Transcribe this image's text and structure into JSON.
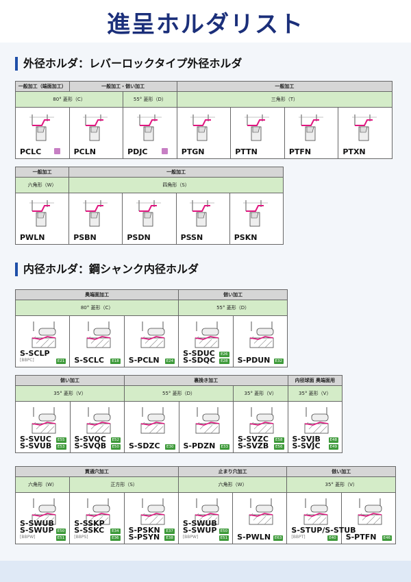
{
  "title": "進呈ホルダリスト",
  "section_outer": "外径ホルダ：レバーロックタイプ外径ホルダ",
  "section_inner": "内径ホルダ：鋼シャンク内径ホルダ",
  "colors": {
    "title": "#1b2f7a",
    "header": "#d6d6d6",
    "shape": "#d4ecc8",
    "accent": "#e0157f",
    "code": "#3e9a3a"
  },
  "tables": [
    {
      "id": "t1",
      "type": "outer",
      "headers": [
        {
          "label": "一般加工（端面加工）",
          "span": 1
        },
        {
          "label": "一般加工・倣い加工",
          "span": 2
        },
        {
          "label": "一般加工",
          "span": 4
        }
      ],
      "shapes": [
        {
          "label": "80° 菱形（C）",
          "span": 2
        },
        {
          "label": "55° 菱形（D）",
          "span": 1
        },
        {
          "label": "三角形（T）",
          "span": 4
        }
      ],
      "items": [
        {
          "names": [
            "PCLC"
          ],
          "badge": true
        },
        {
          "names": [
            "PCLN"
          ]
        },
        {
          "names": [
            "PDJC"
          ],
          "badge": true
        },
        {
          "names": [
            "PTGN"
          ]
        },
        {
          "names": [
            "PTTN"
          ]
        },
        {
          "names": [
            "PTFN"
          ]
        },
        {
          "names": [
            "PTXN"
          ]
        }
      ]
    },
    {
      "id": "t2",
      "type": "outer",
      "headers": [
        {
          "label": "一般加工",
          "span": 1
        },
        {
          "label": "一般加工",
          "span": 4
        }
      ],
      "shapes": [
        {
          "label": "六角形（W）",
          "span": 1
        },
        {
          "label": "四角形（S）",
          "span": 4
        }
      ],
      "items": [
        {
          "names": [
            "PWLN"
          ]
        },
        {
          "names": [
            "PSBN"
          ]
        },
        {
          "names": [
            "PSDN"
          ]
        },
        {
          "names": [
            "PSSN"
          ]
        },
        {
          "names": [
            "PSKN"
          ]
        }
      ]
    },
    {
      "id": "t3",
      "type": "inner",
      "headers": [
        {
          "label": "奥端面加工",
          "span": 3
        },
        {
          "label": "倣い加工",
          "span": 2
        }
      ],
      "shapes": [
        {
          "label": "80° 菱形（C）",
          "span": 3
        },
        {
          "label": "55° 菱形（D）",
          "span": 2
        }
      ],
      "items": [
        {
          "names": [
            "S-SCLP"
          ],
          "sub": "[BBPC]",
          "codes": [
            "E21"
          ]
        },
        {
          "names": [
            "S-SCLC"
          ],
          "codes": [
            "E18"
          ]
        },
        {
          "names": [
            "S-PCLN"
          ],
          "codes": [
            "E24"
          ]
        },
        {
          "names": [
            "S-SDUC",
            "S-SDQC"
          ],
          "codes": [
            "E26",
            "E28"
          ]
        },
        {
          "names": [
            "S-PDUN"
          ],
          "codes": [
            "E32"
          ]
        }
      ]
    },
    {
      "id": "t4",
      "type": "inner",
      "headers": [
        {
          "label": "倣い加工",
          "span": 2
        },
        {
          "label": "裏挽き加工",
          "span": 3
        },
        {
          "label": "内径球面 奥端面用",
          "span": 1
        }
      ],
      "shapes": [
        {
          "label": "35° 菱形（V）",
          "span": 2
        },
        {
          "label": "55° 菱形（D）",
          "span": 2
        },
        {
          "label": "35° 菱形（V）",
          "span": 1
        },
        {
          "label": "35° 菱形（V）",
          "span": 1
        }
      ],
      "items": [
        {
          "names": [
            "S-SVUC",
            "S-SVUB"
          ],
          "codes": [
            "E55",
            "E53"
          ]
        },
        {
          "names": [
            "S-SVQC",
            "S-SVQB"
          ],
          "codes": [
            "E52",
            "E50"
          ]
        },
        {
          "names": [
            "S-SDZC"
          ],
          "codes": [
            "E30"
          ]
        },
        {
          "names": [
            "S-PDZN"
          ],
          "codes": [
            "E33"
          ]
        },
        {
          "names": [
            "S-SVZC",
            "S-SVZB"
          ],
          "codes": [
            "E58",
            "E56"
          ]
        },
        {
          "names": [
            "S-SVJB",
            "S-SVJC"
          ],
          "codes": [
            "E48",
            "E49"
          ]
        }
      ]
    },
    {
      "id": "t5",
      "type": "inner",
      "headers": [
        {
          "label": "貫通穴加工",
          "span": 3
        },
        {
          "label": "止まり穴加工",
          "span": 2
        },
        {
          "label": "倣い加工",
          "span": 2
        }
      ],
      "shapes": [
        {
          "label": "六角形（W）",
          "span": 1
        },
        {
          "label": "正方形（S）",
          "span": 2
        },
        {
          "label": "六角形（W）",
          "span": 2
        },
        {
          "label": "35° 菱形（V）",
          "span": 2
        }
      ],
      "items": [
        {
          "names": [
            "S-SWUB",
            "S-SWUP"
          ],
          "sub": "[BBPW]",
          "codes": [
            "E50",
            "E51"
          ]
        },
        {
          "names": [
            "S-SSKP",
            "S-SSKC"
          ],
          "sub": "[BBPS]",
          "codes": [
            "E34",
            "E36"
          ]
        },
        {
          "names": [
            "S-PSKN",
            "S-PSYN"
          ],
          "codes": [
            "E37",
            "E38"
          ]
        },
        {
          "names": [
            "S-SWUB",
            "S-SWUP"
          ],
          "sub": "[BBPW]",
          "codes": [
            "E50",
            "E51"
          ]
        },
        {
          "names": [
            "S-PWLN"
          ],
          "codes": [
            "E63"
          ]
        },
        {
          "names": [
            "S-STUP/S-STUB"
          ],
          "sub": "[BBPT]",
          "codes": [
            "E40"
          ]
        },
        {
          "names": [
            "S-PTFN"
          ],
          "codes": [
            "E46"
          ]
        }
      ]
    }
  ]
}
